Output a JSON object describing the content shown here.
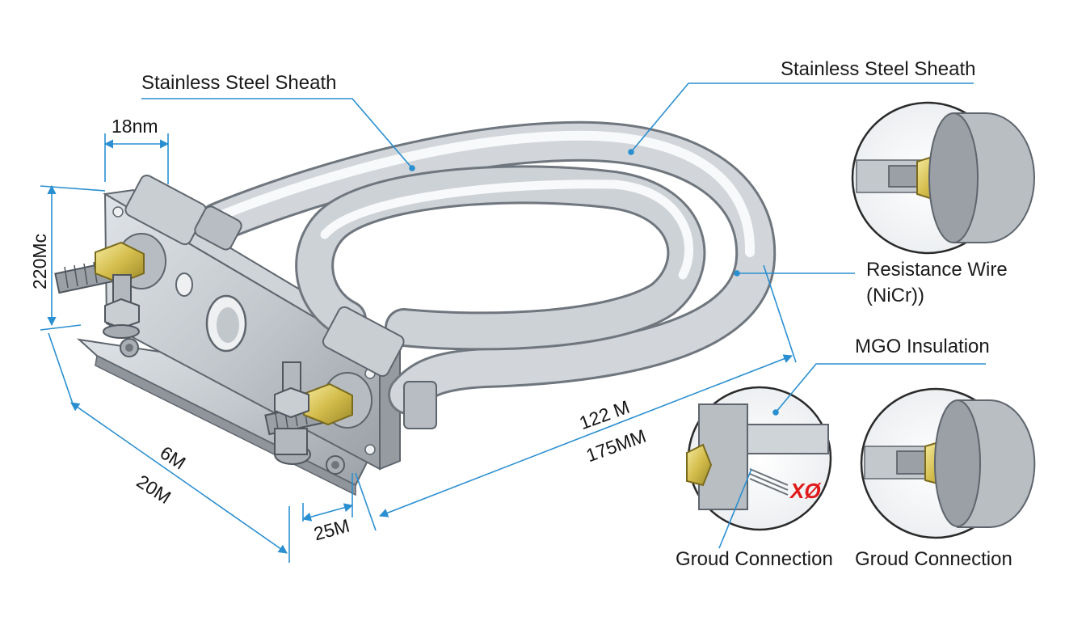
{
  "labels": {
    "sheath_left": "Stainless Steel Sheath",
    "sheath_right": "Stainless Steel Sheath",
    "resistance_wire_1": "Resistance Wire",
    "resistance_wire_2": "(NiCr))",
    "mgo_insulation": "MGO Insulation",
    "ground_left": "Groud Connection",
    "ground_right": "Groud Connection",
    "x_mark": "XØ"
  },
  "dimensions": {
    "width_top": "18nm",
    "height_left": "220Mc",
    "base_6m": "6M",
    "base_20m": "20M",
    "flange_25m": "25M",
    "length_122m": "122 M",
    "length_175mm": "175MM"
  },
  "colors": {
    "leader": "#2a8fd0",
    "steel_light": "#eef1f4",
    "steel_dark": "#8e959c",
    "brass": "#d9c45a",
    "accent_red": "#e01a1a"
  }
}
